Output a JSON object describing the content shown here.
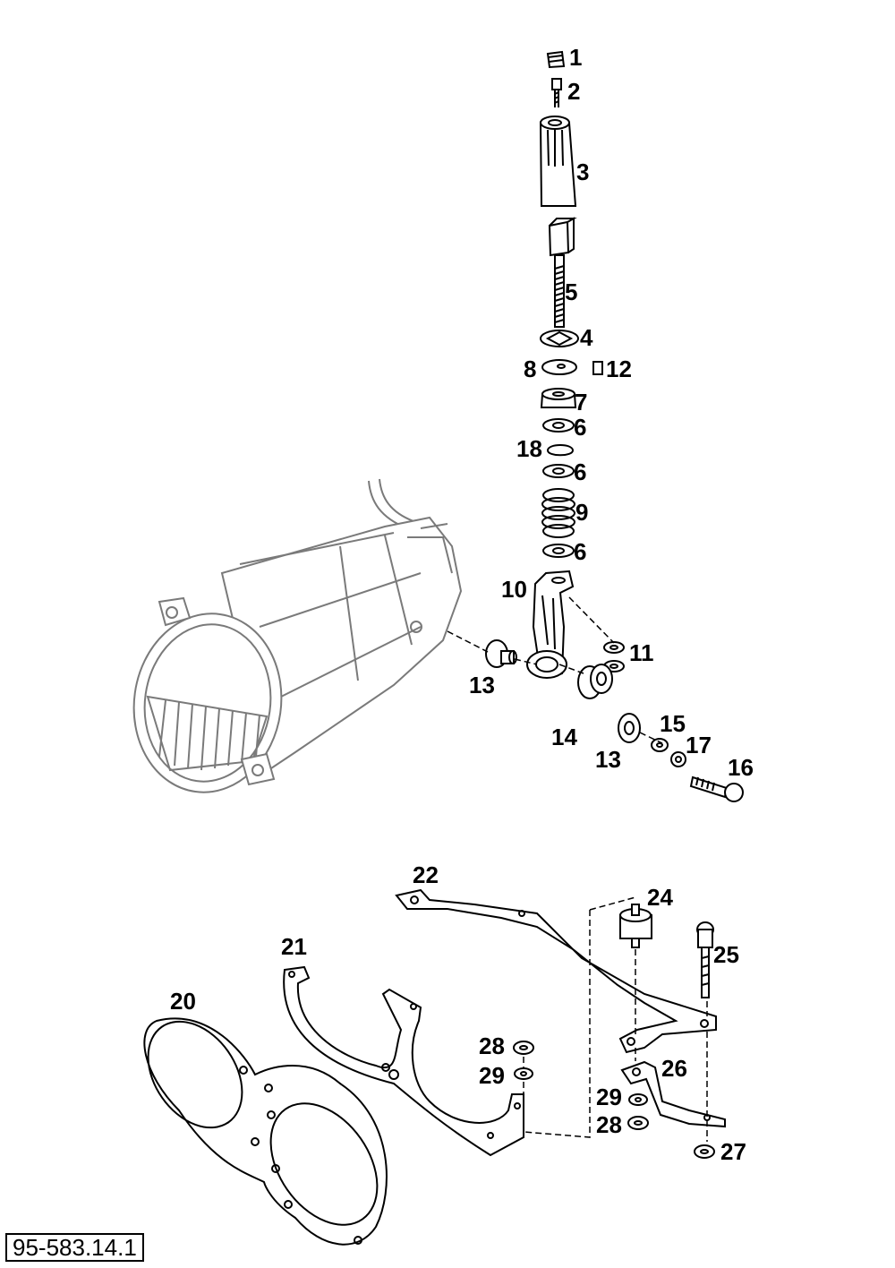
{
  "diagram": {
    "reference_number": "95-583.14.1",
    "part_labels": {
      "p1": "1",
      "p2": "2",
      "p3": "3",
      "p4": "4",
      "p5": "5",
      "p6a": "6",
      "p6b": "6",
      "p6c": "6",
      "p7": "7",
      "p8": "8",
      "p9": "9",
      "p10": "10",
      "p11": "11",
      "p12": "12",
      "p13a": "13",
      "p13b": "13",
      "p14": "14",
      "p15": "15",
      "p16": "16",
      "p17": "17",
      "p18": "18",
      "p20": "20",
      "p21": "21",
      "p22": "22",
      "p24": "24",
      "p25": "25",
      "p26": "26",
      "p27": "27",
      "p28a": "28",
      "p28b": "28",
      "p29a": "29",
      "p29b": "29"
    }
  }
}
